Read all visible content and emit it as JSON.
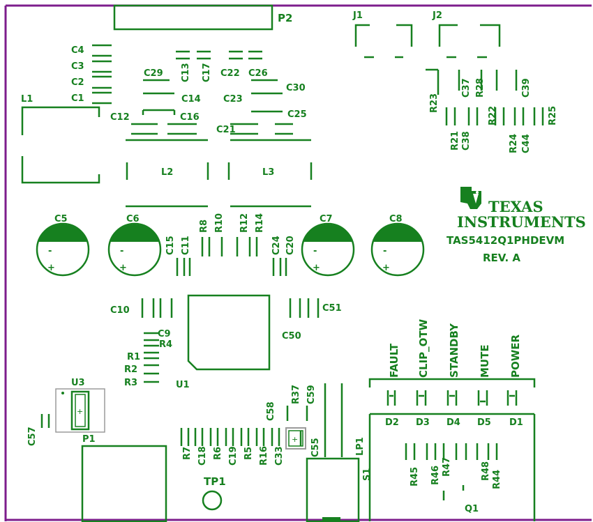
{
  "board": {
    "outline_color": "#7d1d8c",
    "silk_color": "#16801f",
    "connector_grey": "#9a9a9a"
  },
  "brand": {
    "logo_icon": "ti-logo-icon",
    "name_line1": "TEXAS",
    "name_line2": "INSTRUMENTS",
    "board_name": "TAS5412Q1PHDEVM",
    "revision": "REV. A"
  },
  "leds": {
    "fault": "FAULT",
    "clip_otw": "CLIP_OTW",
    "standby": "STANDBY",
    "mute": "MUTE",
    "power": "POWER"
  },
  "labels": {
    "P2": "P2",
    "J1": "J1",
    "J2": "J2",
    "C4": "C4",
    "C3": "C3",
    "C2": "C2",
    "C1": "C1",
    "L1": "L1",
    "C29": "C29",
    "C13": "C13",
    "C17": "C17",
    "C22": "C22",
    "C26": "C26",
    "C14": "C14",
    "C30": "C30",
    "C23": "C23",
    "C12": "C12",
    "C16": "C16",
    "C25": "C25",
    "C21": "C21",
    "L2": "L2",
    "L3": "L3",
    "R23": "R23",
    "C37": "C37",
    "R28": "R28",
    "C39": "C39",
    "R22": "R22",
    "R25": "R25",
    "R21": "R21",
    "C38": "C38",
    "R24": "R24",
    "C44": "C44",
    "C5": "C5",
    "C6": "C6",
    "C7": "C7",
    "C8": "C8",
    "C15": "C15",
    "C11": "C11",
    "R8": "R8",
    "R10": "R10",
    "R12": "R12",
    "R14": "R14",
    "C24": "C24",
    "C20": "C20",
    "C10": "C10",
    "C9": "C9",
    "R4": "R4",
    "R1": "R1",
    "R2": "R2",
    "R3": "R3",
    "U1": "U1",
    "C50": "C50",
    "C51": "C51",
    "U3": "U3",
    "C57": "C57",
    "P1": "P1",
    "R7": "R7",
    "C18": "C18",
    "R6": "R6",
    "C19": "C19",
    "R5": "R5",
    "R16": "R16",
    "C33": "C33",
    "C58": "C58",
    "R37": "R37",
    "C59": "C59",
    "C55": "C55",
    "LP1": "LP1",
    "S1": "S1",
    "TP1": "TP1",
    "D2": "D2",
    "D3": "D3",
    "D4": "D4",
    "D5": "D5",
    "D1": "D1",
    "R45": "R45",
    "R46": "R46",
    "R47": "R47",
    "R48": "R48",
    "R44": "R44",
    "Q1": "Q1"
  },
  "polarity": {
    "minus": "-",
    "plus": "+"
  }
}
